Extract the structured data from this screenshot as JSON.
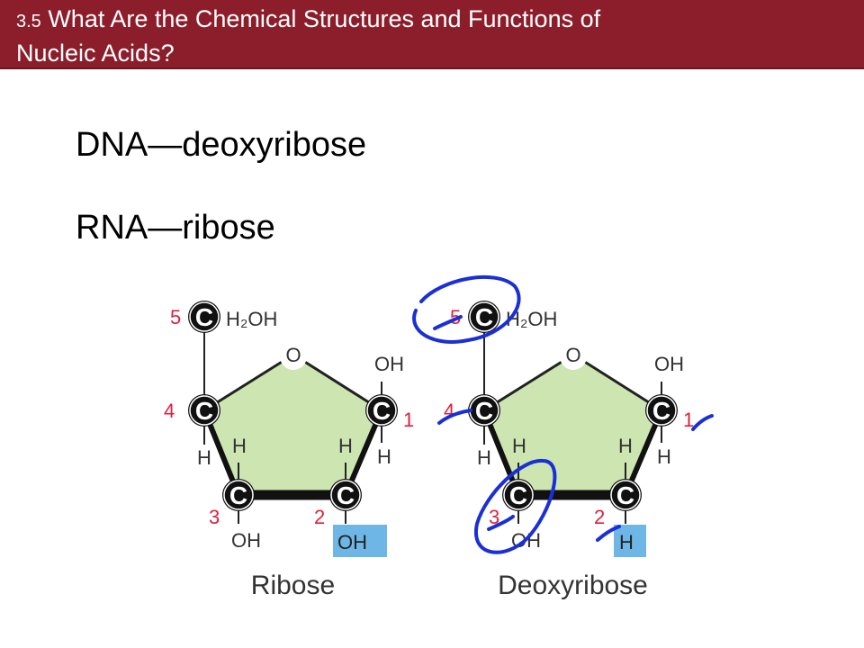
{
  "title": {
    "number": "3.5",
    "text": " What Are the Chemical Structures and Functions of",
    "line2": "Nucleic Acids?"
  },
  "body": {
    "line1": "DNA—deoxyribose",
    "line2": "RNA—ribose"
  },
  "diagram": {
    "atom_carbon": "C",
    "atom_oxygen": "O",
    "atom_hydrogen": "H",
    "group_ch2oh": "H₂OH",
    "group_oh": "OH",
    "ribose": {
      "name": "Ribose",
      "carbon_numbers": [
        "5",
        "4",
        "3",
        "2",
        "1"
      ],
      "c2_substituent": "OH"
    },
    "deoxyribose": {
      "name": "Deoxyribose",
      "carbon_numbers": [
        "5",
        "4",
        "3",
        "2",
        "1"
      ],
      "c2_substituent": "H"
    },
    "colors": {
      "ring_fill": "#cde5b0",
      "number_red": "#e0203c",
      "highlight_blue": "#6eb6e6",
      "annotation_ink": "#1a2fd6"
    }
  }
}
